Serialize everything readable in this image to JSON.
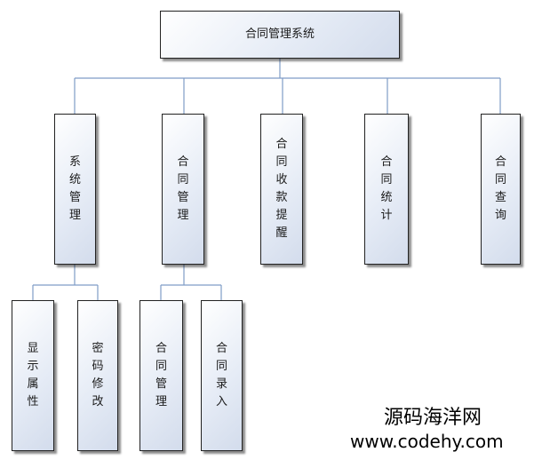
{
  "diagram": {
    "root": {
      "label": "合同管理系统"
    },
    "modules": [
      {
        "label": "系统管理",
        "children": [
          {
            "label": "显示属性"
          },
          {
            "label": "密码修改"
          }
        ]
      },
      {
        "label": "合同管理",
        "children": [
          {
            "label": "合同管理"
          },
          {
            "label": "合同录入"
          }
        ]
      },
      {
        "label": "合同收款提醒"
      },
      {
        "label": "合同统计"
      },
      {
        "label": "合同查询"
      }
    ],
    "colors": {
      "connector": "#7f9cc6",
      "border": "#222222"
    }
  },
  "watermark": {
    "line1": "源码海洋网",
    "line2": "www.codehy.com"
  }
}
